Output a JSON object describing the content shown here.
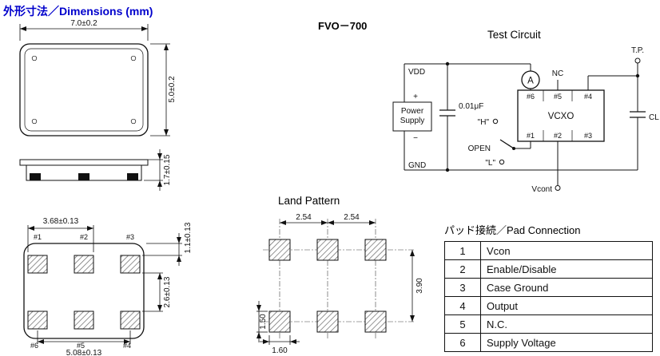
{
  "page": {
    "title": "外形寸法／Dimensions (mm)",
    "model": "FVO－700"
  },
  "outline": {
    "dim_width": "7.0±0.2",
    "dim_height": "5.0±0.2",
    "dim_thickness": "1.7±0.15"
  },
  "bottom_view": {
    "pads_top": [
      "#1",
      "#2",
      "#3"
    ],
    "pads_bottom": [
      "#6",
      "#5",
      "#4"
    ],
    "dim_top": "3.68±0.13",
    "dim_bottom": "5.08±0.13",
    "dim_edge": "1.1±0.13",
    "dim_gap": "2.6±0.13"
  },
  "land_pattern": {
    "title": "Land  Pattern",
    "dim_pitch1": "2.54",
    "dim_pitch2": "2.54",
    "dim_row": "3.90",
    "dim_pad_h": "1.50",
    "dim_pad_w": "1.60"
  },
  "test_circuit": {
    "title": "Test Circuit",
    "vdd": "VDD",
    "gnd": "GND",
    "power_line1": "Power",
    "power_line2": "Supply",
    "plus": "+",
    "minus": "−",
    "cap": "0.01μF",
    "ammeter": "A",
    "nc": "NC",
    "tp": "T.P.",
    "cl": "CL",
    "open": "OPEN",
    "high": "\"H\"",
    "low": "\"L\"",
    "vcont": "Vcont",
    "vcxo": "VCXO",
    "pins_top": [
      "#6",
      "#5",
      "#4"
    ],
    "pins_bottom": [
      "#1",
      "#2",
      "#3"
    ]
  },
  "pad_connection": {
    "title": "パッド接続／Pad Connection",
    "rows": [
      {
        "no": "1",
        "name": "Vcon"
      },
      {
        "no": "2",
        "name": "Enable/Disable"
      },
      {
        "no": "3",
        "name": "Case Ground"
      },
      {
        "no": "4",
        "name": "Output"
      },
      {
        "no": "5",
        "name": "N.C."
      },
      {
        "no": "6",
        "name": "Supply Voltage"
      }
    ]
  }
}
